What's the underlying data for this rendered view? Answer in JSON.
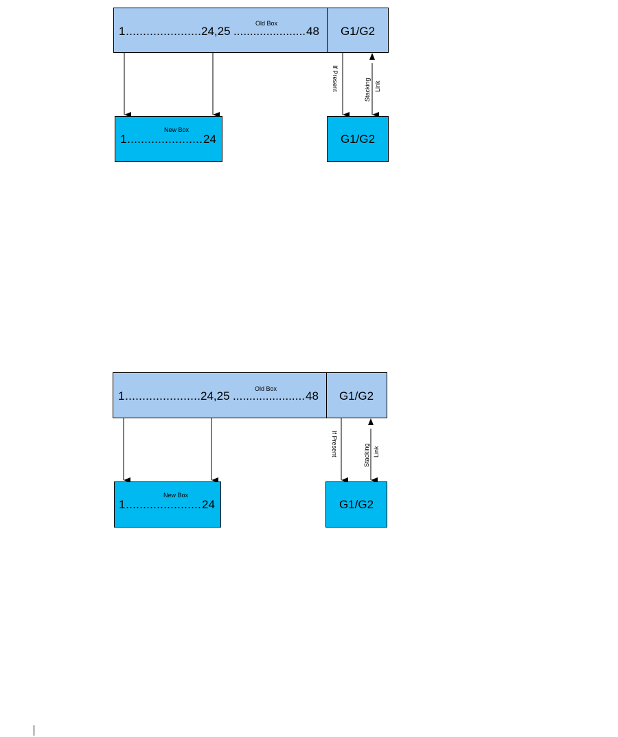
{
  "colors": {
    "old_box_fill": "#A6CAF0",
    "new_box_fill": "#00B9F0",
    "stroke": "#000000"
  },
  "diagrams": [
    {
      "old_box": {
        "ports_start": "1",
        "ports_dots_1": "......................",
        "ports_mid": "24,25",
        "ports_dots_2": "......................",
        "ports_end": "48",
        "title": "Old Box",
        "uplink_label": "G1/G2"
      },
      "new_box": {
        "ports_start": "1",
        "ports_dots": "......................",
        "ports_end": "24",
        "title": "New Box"
      },
      "uplink_box": {
        "label": "G1/G2"
      },
      "arrow_labels": {
        "if_present": "If Present",
        "stacking": "Stacking",
        "link": "Link"
      }
    },
    {
      "old_box": {
        "ports_start": "1",
        "ports_dots_1": "......................",
        "ports_mid": "24,25",
        "ports_dots_2": "......................",
        "ports_end": "48",
        "title": "Old Box",
        "uplink_label": "G1/G2"
      },
      "new_box": {
        "ports_start": "1",
        "ports_dots": "......................",
        "ports_end": "24",
        "title": "New Box"
      },
      "uplink_box": {
        "label": "G1/G2"
      },
      "arrow_labels": {
        "if_present": "If Present",
        "stacking": "Stacking",
        "link": "Link"
      }
    }
  ]
}
